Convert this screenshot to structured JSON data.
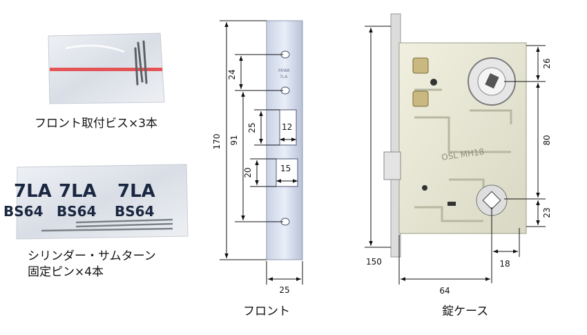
{
  "parts": {
    "screws_caption": "フロント取付ビス×3本",
    "pins_caption_line1": "シリンダー・サムターン",
    "pins_caption_line2": "固定ピン×4本",
    "pins_bag_print": [
      "7LA",
      "7LA",
      "7LA",
      "BS64",
      "BS64",
      "BS64"
    ]
  },
  "front": {
    "caption": "フロント",
    "engraving": [
      "MIWA",
      "7LA"
    ],
    "dimensions": {
      "height": "170",
      "hole_spacing_top": "24",
      "hole_spacing_main": "91",
      "latch_slot_height": "25",
      "latch_slot_width": "12",
      "bolt_slot_height": "20",
      "bolt_slot_width": "15",
      "width": "25"
    }
  },
  "lockcase": {
    "caption": "錠ケース",
    "model_engraving": "OSL MH18",
    "dimensions": {
      "height": "150",
      "top_to_cylinder": "26",
      "cylinder_to_thumbturn": "80",
      "thumbturn_to_bottom": "23",
      "backset": "64",
      "spindle_offset": "18"
    }
  }
}
